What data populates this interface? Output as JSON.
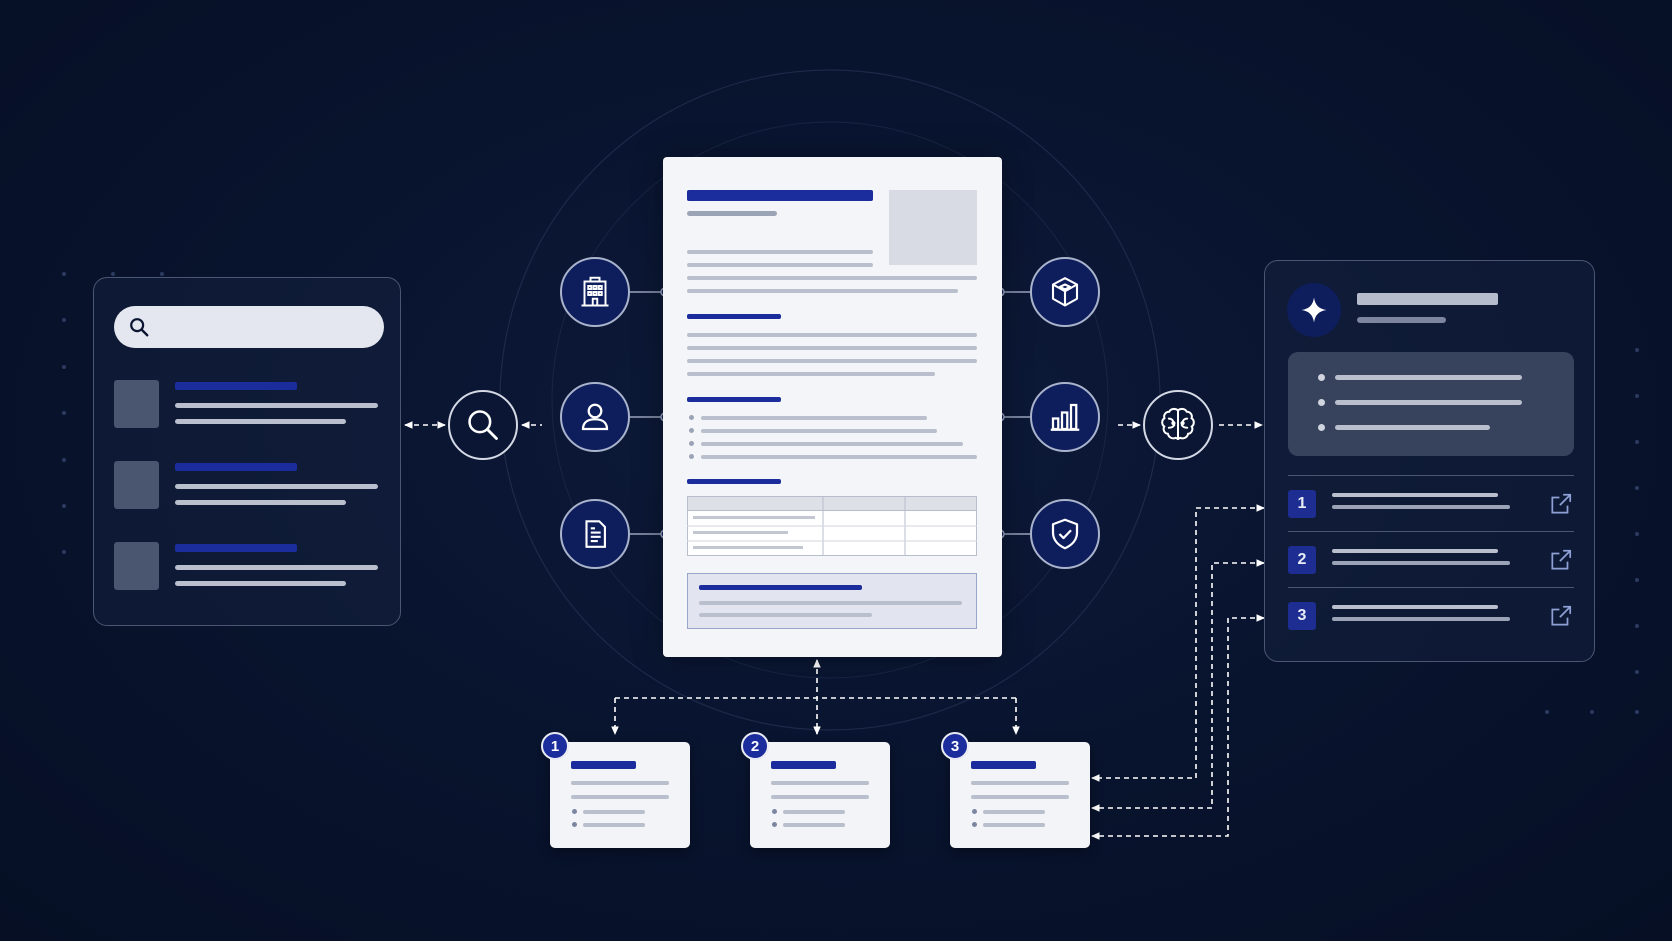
{
  "colors": {
    "background": "#08132d",
    "accent": "#1b2c9c",
    "node_fill": "#0e1d5c",
    "document": "#f4f5f8"
  },
  "icons": {
    "search_bar": "search-icon",
    "query_node": "search-icon",
    "left_nodes": [
      "building-icon",
      "user-icon",
      "document-icon"
    ],
    "right_nodes": [
      "cube-icon",
      "bar-chart-icon",
      "shield-check-icon"
    ],
    "ai_node": "brain-icon",
    "answer_header": "sparkle-icon",
    "source_link": "external-link-icon"
  },
  "answer_panel": {
    "source_numbers": [
      "1",
      "2",
      "3"
    ]
  },
  "chunks": {
    "numbers": [
      "1",
      "2",
      "3"
    ]
  }
}
